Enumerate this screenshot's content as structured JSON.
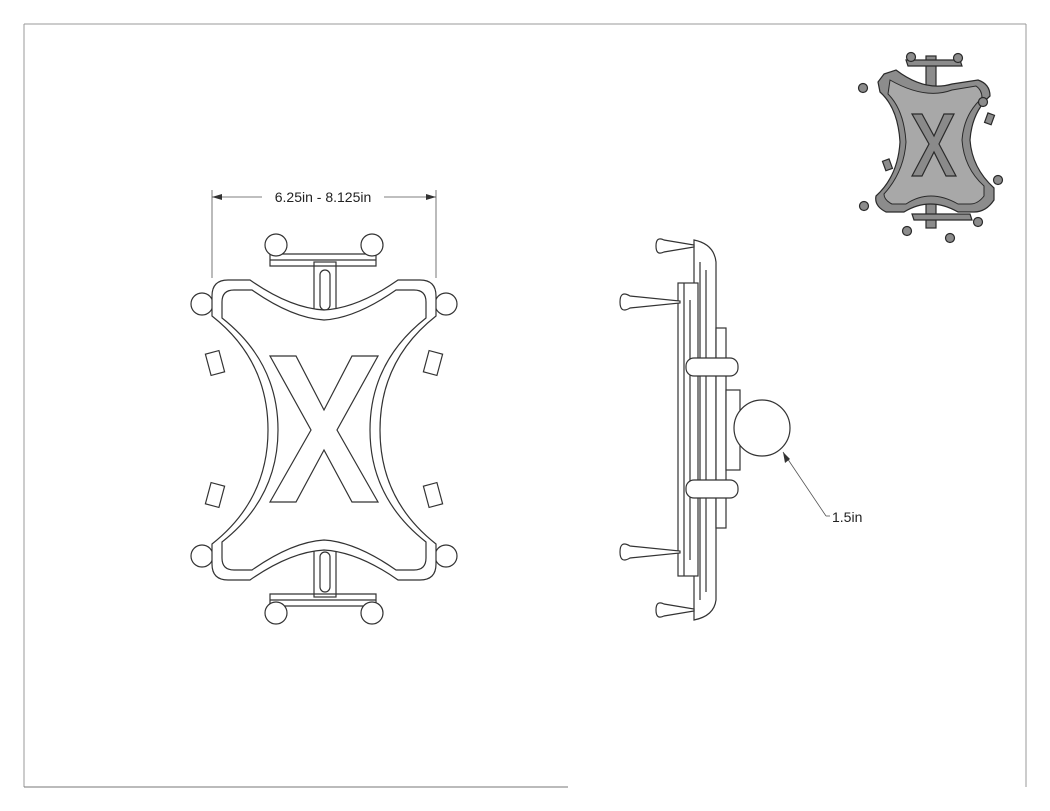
{
  "drawing": {
    "width_dimension": "6.25in - 8.125in",
    "ball_dimension": "1.5in",
    "logo_letter": "X"
  }
}
